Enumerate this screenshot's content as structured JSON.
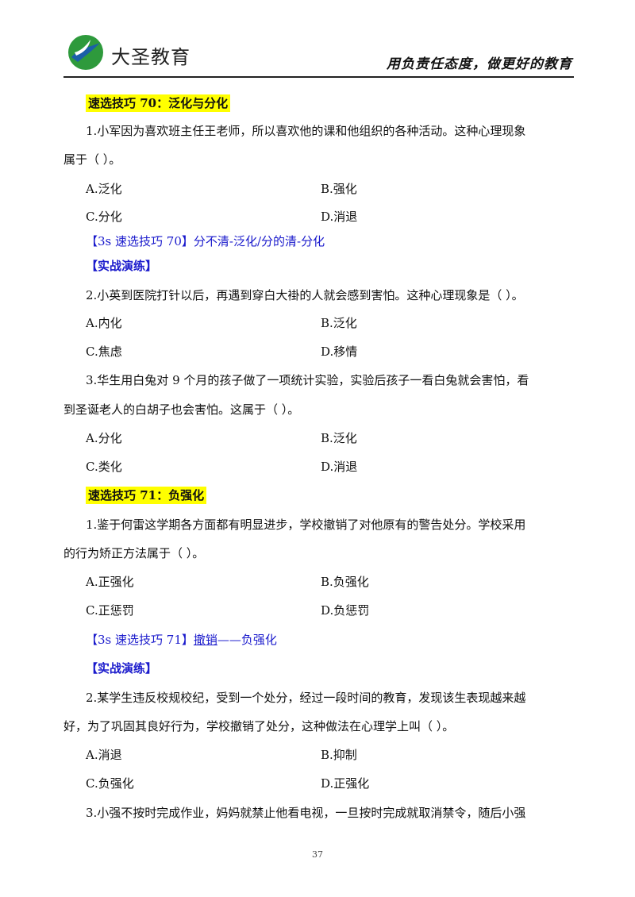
{
  "header": {
    "logo_text": "大圣教育",
    "slogan": "用负责任态度，做更好的教育"
  },
  "s70": {
    "title": "速选技巧 70：泛化与分化",
    "q1_line1": "1.小军因为喜欢班主任王老师，所以喜欢他的课和他组织的各种活动。这种心理现象",
    "q1_line2": "属于（    ）。",
    "q1_a": "A.泛化",
    "q1_b": "B.强化",
    "q1_c": "C.分化",
    "q1_d": "D.消退",
    "tip_label": "【3s 速选技巧 70】",
    "tip_text": "分不清-泛化/分的清-分化",
    "practice": "【实战演练】",
    "q2_line1": "2.小英到医院打针以后，再遇到穿白大褂的人就会感到害怕。这种心理现象是（    ）。",
    "q2_a": "A.内化",
    "q2_b": "B.泛化",
    "q2_c": "C.焦虑",
    "q2_d": "D.移情",
    "q3_line1": "3.华生用白兔对 9 个月的孩子做了一项统计实验，实验后孩子一看白兔就会害怕，看",
    "q3_line2": "到圣诞老人的白胡子也会害怕。这属于（    ）。",
    "q3_a": "A.分化",
    "q3_b": "B.泛化",
    "q3_c": "C.类化",
    "q3_d": "D.消退"
  },
  "s71": {
    "title": "速选技巧 71：负强化",
    "q1_line1": "1.鉴于何雷这学期各方面都有明显进步，学校撤销了对他原有的警告处分。学校采用",
    "q1_line2": "的行为矫正方法属于（    ）。",
    "q1_a": "A.正强化",
    "q1_b": "B.负强化",
    "q1_c": "C.正惩罚",
    "q1_d": "D.负惩罚",
    "tip_label": "【3s 速选技巧 71】",
    "tip_underlined": "撤销",
    "tip_text": "——负强化",
    "practice": "【实战演练】",
    "q2_line1": "2.某学生违反校规校纪，受到一个处分，经过一段时间的教育，发现该生表现越来越",
    "q2_line2": "好，为了巩固其良好行为，学校撤销了处分，这种做法在心理学上叫（    ）。",
    "q2_a": "A.消退",
    "q2_b": "B.抑制",
    "q2_c": "C.负强化",
    "q2_d": "D.正强化",
    "q3_line1": "3.小强不按时完成作业，妈妈就禁止他看电视，一旦按时完成就取消禁令，随后小强"
  },
  "page_number": "37",
  "colors": {
    "highlight": "#ffff00",
    "tip_blue": "#1a1acc",
    "logo_green": "#2e9a3c",
    "logo_blue": "#1b5fa8"
  }
}
